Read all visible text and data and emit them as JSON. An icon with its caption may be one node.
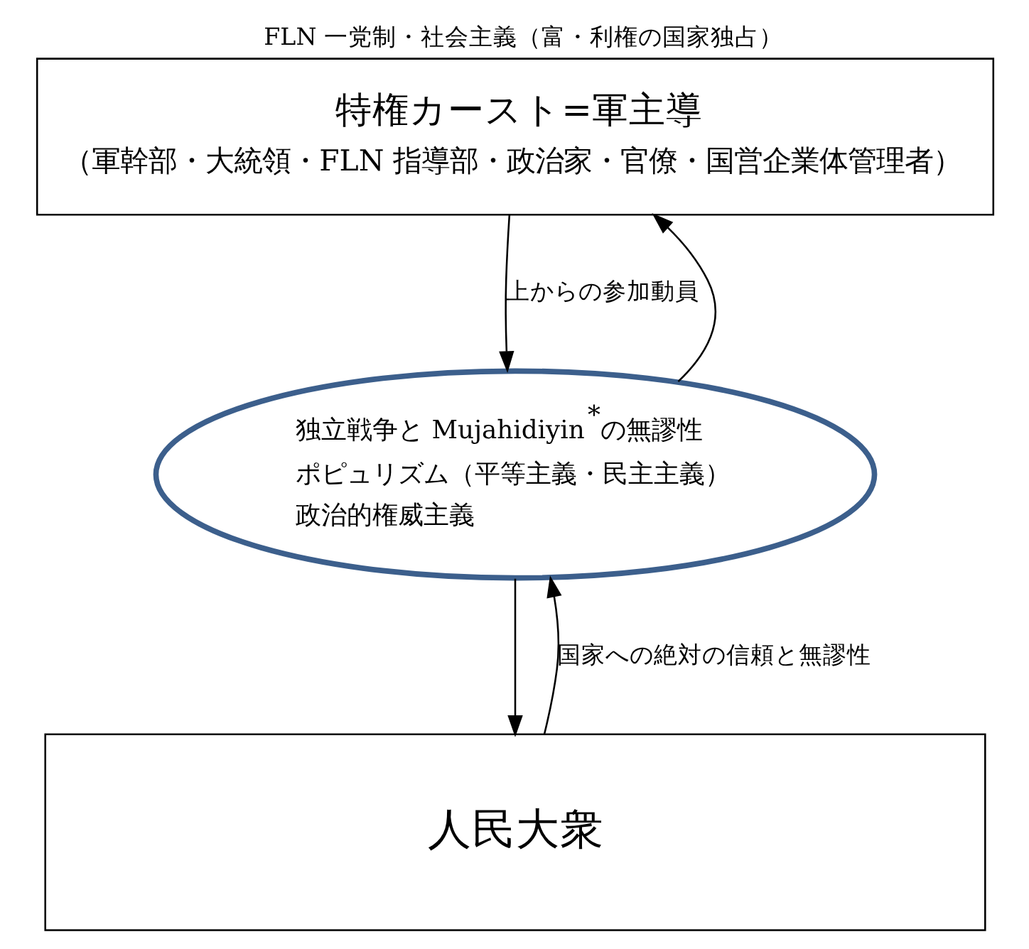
{
  "diagram": {
    "title": "FLN 一党制・社会主義（富・利権の国家独占）",
    "nodes": [
      {
        "text": [
          "特権カースト=軍主導",
          "（軍幹部・大統領・FLN 指導部・政治家・官僚・国営企業体管理者）"
        ]
      },
      {
        "text": [
          "独立戦争と Mujahidiyin$^{*}$の無謬性",
          "ポピュリズム（平等主義・民主主義）",
          "政治的権威主義"
        ]
      },
      {
        "text": [
          "人民大衆"
        ]
      }
    ],
    "edges": [
      {
        "from": 0,
        "to": 1,
        "arrow": "to",
        "label": "上からの参加動員"
      },
      {
        "from": 1,
        "to": 0,
        "arrow": "to"
      },
      {
        "from": 1,
        "to": 2,
        "arrow": "to"
      },
      {
        "from": 2,
        "to": 1,
        "arrow": "to",
        "label": "国家への絶対の信頼と無謬性"
      }
    ]
  }
}
